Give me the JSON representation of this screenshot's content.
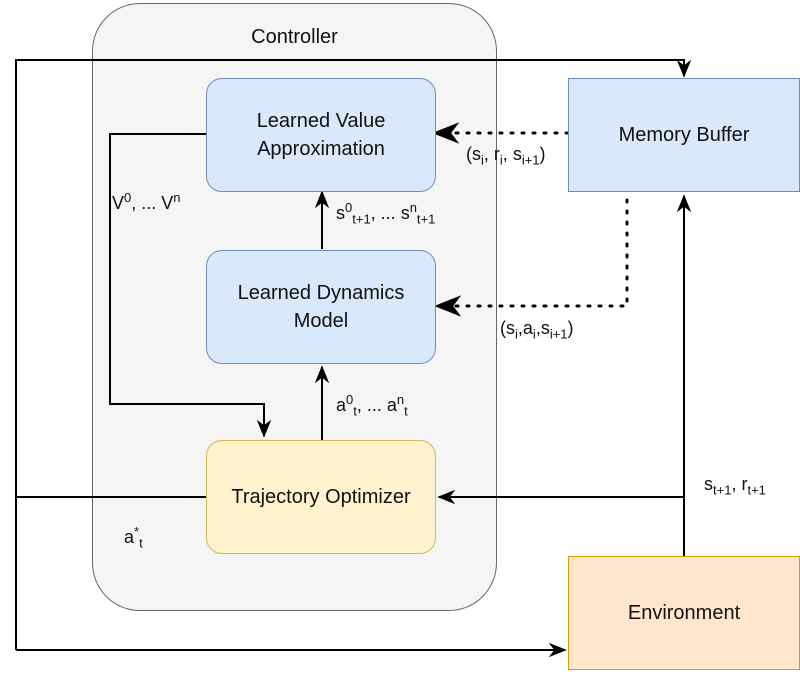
{
  "controller": {
    "title": "Controller"
  },
  "nodes": {
    "value_approx": "Learned Value Approximation",
    "value_approx_line1": "Learned Value",
    "value_approx_line2": "Approximation",
    "dynamics": "Learned Dynamics Model",
    "dynamics_line1": "Learned Dynamics",
    "dynamics_line2": "Model",
    "optimizer": "Trajectory Optimizer",
    "memory": "Memory Buffer",
    "environment": "Environment"
  },
  "edge_labels": {
    "values_out": "V⁰, … Vⁿ",
    "predicted_states": "s⁰ₜ₊₁, … sⁿₜ₊₁",
    "actions": "a⁰ₜ, … aⁿₜ",
    "optimal_action": "a*ₜ",
    "memory_to_value": "(sᵢ, rᵢ, sᵢ₊₁)",
    "memory_to_dynamics": "(sᵢ,aᵢ,sᵢ₊₁)",
    "env_feedback": "sₜ₊₁, rₜ₊₁"
  },
  "label_parts": {
    "V": "V",
    "zero": "0",
    "sep": ", ... ",
    "n": "n",
    "s": "s",
    "a": "a",
    "r": "r",
    "i": "i",
    "t": "t",
    "star": "*",
    "t1": "t+1",
    "i1": "i+1",
    "lp": "(",
    "rp": ")",
    "comma": ",",
    "comma_sp": ", "
  },
  "colors": {
    "blue_fill": "#dae8fc",
    "blue_stroke": "#6c8ebf",
    "yellow_fill": "#fff2cc",
    "yellow_stroke": "#d6b656",
    "orange_fill": "#ffe6cc",
    "orange_stroke": "#d79b00",
    "controller_fill": "#f5f5f5",
    "controller_stroke": "#666666"
  }
}
